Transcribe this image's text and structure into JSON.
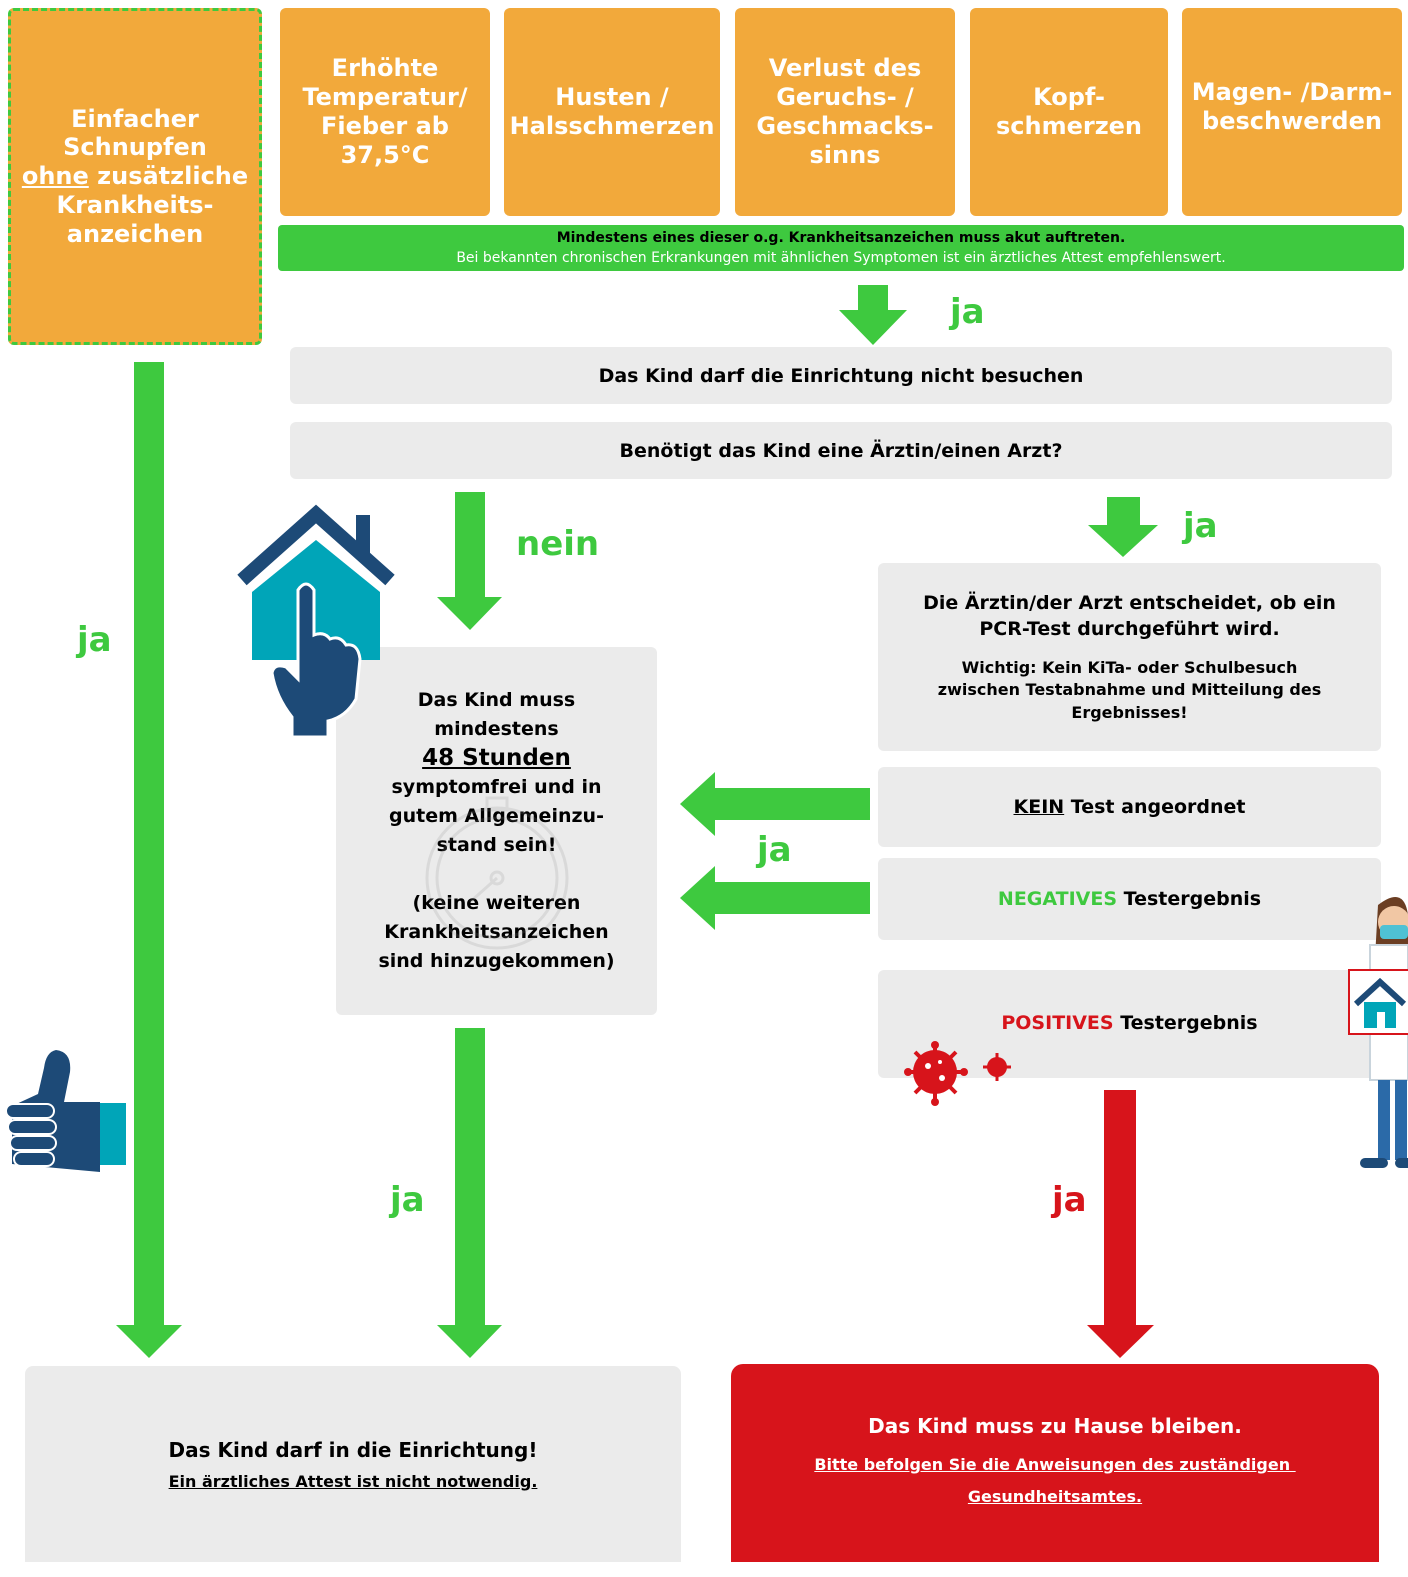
{
  "symptoms": {
    "rhinitis": {
      "line1": "Einfacher",
      "line2": "Schnupfen",
      "ohne": "ohne",
      "line3_rest": " zusätzliche",
      "line4": "Krankheits-",
      "line5": "anzeichen"
    },
    "fever": {
      "line1": "Erhöhte",
      "line2": "Temperatur/",
      "line3": "Fieber ab",
      "line4": "37,5°C"
    },
    "cough": {
      "line1": "Husten /",
      "line2": "Halsschmerzen"
    },
    "smell": {
      "line1": "Verlust des",
      "line2": "Geruchs- /",
      "line3": "Geschmacks-",
      "line4": "sinns"
    },
    "headache": {
      "line1": "Kopf-",
      "line2": "schmerzen"
    },
    "stomach": {
      "line1": "Magen- /Darm-",
      "line2": "beschwerden"
    }
  },
  "banner": {
    "line1": "Mindestens eines dieser o.g. Krankheitsanzeichen muss akut auftreten.",
    "line2": "Bei bekannten chronischen Erkrankungen mit ähnlichen Symptomen ist ein ärztliches Attest empfehlenswert."
  },
  "labels": {
    "ja": "ja",
    "nein": "nein"
  },
  "not_attend": "Das Kind darf die Einrichtung nicht besuchen",
  "need_doctor": "Benötigt das Kind eine Ärztin/einen Arzt?",
  "doctor_box": {
    "line1": "Die Ärztin/der Arzt entscheidet, ob ein",
    "line2": "PCR-Test durchgeführt wird.",
    "note1": "Wichtig: Kein KiTa- oder Schulbesuch",
    "note2": "zwischen Testabnahme und Mitteilung des",
    "note3": "Ergebnisses!"
  },
  "no_test": {
    "kein": "KEIN",
    "rest": " Test angeordnet"
  },
  "negative": {
    "word": "NEGATIVES",
    "rest": " Testergebnis"
  },
  "positive": {
    "word": "POSITIVES",
    "rest": " Testergebnis"
  },
  "symptom_free": {
    "l1": "Das Kind muss",
    "l2": "mindestens",
    "l3": "48 Stunden",
    "l4": "symptomfrei und in",
    "l5": "gutem Allgemeinzu-",
    "l6": "stand sein!",
    "l7": "(keine weiteren",
    "l8": "Krankheitsanzeichen",
    "l9": "sind hinzugekommen)"
  },
  "outcome_ok": {
    "title": "Das Kind darf in die Einrichtung!",
    "sub": "Ein ärztliches Attest ist nicht notwendig."
  },
  "outcome_home": {
    "title": "Das Kind muss zu Hause bleiben.",
    "sub1": "Bitte befolgen Sie die Anweisungen des zuständigen ",
    "sub2": "Gesundheitsamtes."
  },
  "icons": [
    "house-pointer-icon",
    "thumbs-up-icon",
    "stopwatch-icon",
    "virus-icon",
    "doctor-illustration"
  ],
  "colors": {
    "orange": "#f2a93b",
    "green": "#3ec93f",
    "red": "#d7141b",
    "grey": "#ebebeb",
    "navy": "#1d4a77",
    "teal": "#00a5b8"
  }
}
